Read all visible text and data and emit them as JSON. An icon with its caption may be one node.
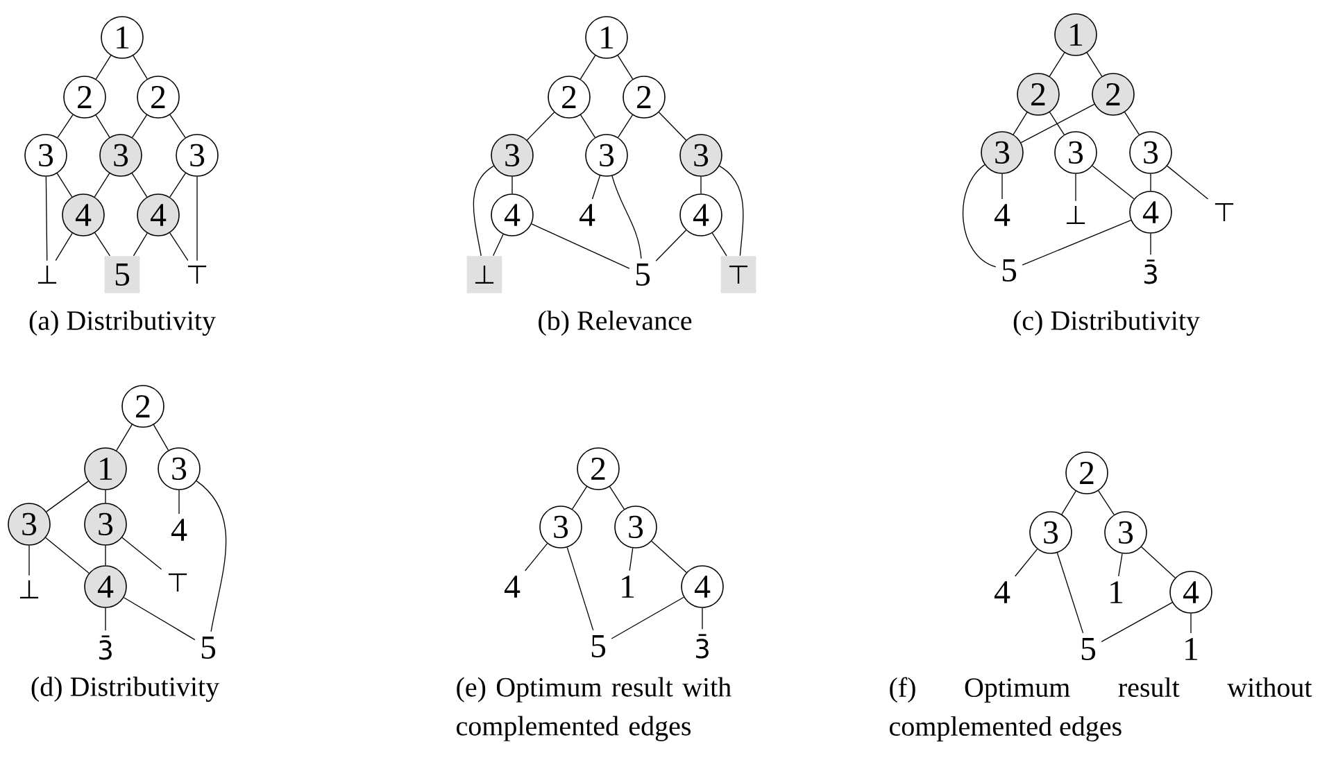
{
  "diagram": {
    "nodes": [
      {
        "text": [
          "1"
        ]
      },
      {
        "text": [
          "2"
        ]
      },
      {
        "text": [
          "2"
        ]
      },
      {
        "text": [
          "3"
        ]
      },
      {
        "text": [
          "3"
        ]
      },
      {
        "text": [
          "3"
        ]
      },
      {
        "text": [
          "4"
        ]
      },
      {
        "text": [
          "4"
        ]
      },
      {
        "text": [
          "⊥"
        ]
      },
      {
        "text": [
          "5"
        ]
      },
      {
        "text": [
          "⊤"
        ]
      },
      {
        "text": [
          "1"
        ]
      },
      {
        "text": [
          "2"
        ]
      },
      {
        "text": [
          "2"
        ]
      },
      {
        "text": [
          "3"
        ]
      },
      {
        "text": [
          "3"
        ]
      },
      {
        "text": [
          "3"
        ]
      },
      {
        "text": [
          "4"
        ]
      },
      {
        "text": [
          "4"
        ]
      },
      {
        "text": [
          "4"
        ]
      },
      {
        "text": [
          "⊥"
        ]
      },
      {
        "text": [
          "5"
        ]
      },
      {
        "text": [
          "⊤"
        ]
      },
      {
        "text": [
          "1"
        ]
      },
      {
        "text": [
          "2"
        ]
      },
      {
        "text": [
          "2"
        ]
      },
      {
        "text": [
          "3"
        ]
      },
      {
        "text": [
          "3"
        ]
      },
      {
        "text": [
          "3"
        ]
      },
      {
        "text": [
          "4"
        ]
      },
      {
        "text": [
          "⊥"
        ]
      },
      {
        "text": [
          "4"
        ]
      },
      {
        "text": [
          "⊤"
        ]
      },
      {
        "text": [
          "5"
        ]
      },
      {
        "text": [
          "3̄"
        ]
      },
      {
        "text": [
          "2"
        ]
      },
      {
        "text": [
          "1"
        ]
      },
      {
        "text": [
          "3"
        ]
      },
      {
        "text": [
          "3"
        ]
      },
      {
        "text": [
          "3"
        ]
      },
      {
        "text": [
          "4"
        ]
      },
      {
        "text": [
          "⊥"
        ]
      },
      {
        "text": [
          "4"
        ]
      },
      {
        "text": [
          "⊤"
        ]
      },
      {
        "text": [
          "3̄"
        ]
      },
      {
        "text": [
          "5"
        ]
      },
      {
        "text": [
          "2"
        ]
      },
      {
        "text": [
          "3"
        ]
      },
      {
        "text": [
          "3"
        ]
      },
      {
        "text": [
          "4"
        ]
      },
      {
        "text": [
          "1"
        ]
      },
      {
        "text": [
          "4"
        ]
      },
      {
        "text": [
          "5"
        ]
      },
      {
        "text": [
          "3̄"
        ]
      },
      {
        "text": [
          "2"
        ]
      },
      {
        "text": [
          "3"
        ]
      },
      {
        "text": [
          "3"
        ]
      },
      {
        "text": [
          "4"
        ]
      },
      {
        "text": [
          "1"
        ]
      },
      {
        "text": [
          "4"
        ]
      },
      {
        "text": [
          "5"
        ]
      },
      {
        "text": [
          "1"
        ]
      }
    ],
    "edges": [
      {
        "from": 0,
        "to": 1,
        "arrow": "none"
      },
      {
        "from": 0,
        "to": 2,
        "arrow": "none"
      },
      {
        "from": 1,
        "to": 3,
        "arrow": "none"
      },
      {
        "from": 1,
        "to": 4,
        "arrow": "none"
      },
      {
        "from": 2,
        "to": 4,
        "arrow": "none"
      },
      {
        "from": 2,
        "to": 5,
        "arrow": "none"
      },
      {
        "from": 3,
        "to": 8,
        "arrow": "none"
      },
      {
        "from": 3,
        "to": 6,
        "arrow": "none"
      },
      {
        "from": 4,
        "to": 6,
        "arrow": "none"
      },
      {
        "from": 4,
        "to": 7,
        "arrow": "none"
      },
      {
        "from": 5,
        "to": 7,
        "arrow": "none"
      },
      {
        "from": 5,
        "to": 10,
        "arrow": "none"
      },
      {
        "from": 6,
        "to": 8,
        "arrow": "none"
      },
      {
        "from": 6,
        "to": 9,
        "arrow": "none"
      },
      {
        "from": 7,
        "to": 9,
        "arrow": "none"
      },
      {
        "from": 7,
        "to": 10,
        "arrow": "none"
      },
      {
        "from": 11,
        "to": 12,
        "arrow": "none"
      },
      {
        "from": 11,
        "to": 13,
        "arrow": "none"
      },
      {
        "from": 12,
        "to": 14,
        "arrow": "none"
      },
      {
        "from": 12,
        "to": 15,
        "arrow": "none"
      },
      {
        "from": 13,
        "to": 15,
        "arrow": "none"
      },
      {
        "from": 13,
        "to": 16,
        "arrow": "none"
      },
      {
        "from": 14,
        "to": 20,
        "arrow": "none"
      },
      {
        "from": 14,
        "to": 17,
        "arrow": "none"
      },
      {
        "from": 15,
        "to": 18,
        "arrow": "none"
      },
      {
        "from": 15,
        "to": 21,
        "arrow": "none"
      },
      {
        "from": 16,
        "to": 19,
        "arrow": "none"
      },
      {
        "from": 16,
        "to": 22,
        "arrow": "none"
      },
      {
        "from": 17,
        "to": 20,
        "arrow": "none"
      },
      {
        "from": 17,
        "to": 21,
        "arrow": "none"
      },
      {
        "from": 19,
        "to": 21,
        "arrow": "none"
      },
      {
        "from": 19,
        "to": 22,
        "arrow": "none"
      },
      {
        "from": 23,
        "to": 24,
        "arrow": "none"
      },
      {
        "from": 23,
        "to": 25,
        "arrow": "none"
      },
      {
        "from": 24,
        "to": 26,
        "arrow": "none"
      },
      {
        "from": 24,
        "to": 27,
        "arrow": "none"
      },
      {
        "from": 25,
        "to": 26,
        "arrow": "none"
      },
      {
        "from": 25,
        "to": 28,
        "arrow": "none"
      },
      {
        "from": 26,
        "to": 33,
        "arrow": "none"
      },
      {
        "from": 26,
        "to": 29,
        "arrow": "none"
      },
      {
        "from": 27,
        "to": 30,
        "arrow": "none"
      },
      {
        "from": 27,
        "to": 31,
        "arrow": "none"
      },
      {
        "from": 28,
        "to": 31,
        "arrow": "none"
      },
      {
        "from": 28,
        "to": 32,
        "arrow": "none"
      },
      {
        "from": 31,
        "to": 33,
        "arrow": "none"
      },
      {
        "from": 31,
        "to": 34,
        "arrow": "none"
      },
      {
        "from": 35,
        "to": 36,
        "arrow": "none"
      },
      {
        "from": 35,
        "to": 37,
        "arrow": "none"
      },
      {
        "from": 36,
        "to": 38,
        "arrow": "none"
      },
      {
        "from": 36,
        "to": 39,
        "arrow": "none"
      },
      {
        "from": 37,
        "to": 40,
        "arrow": "none"
      },
      {
        "from": 37,
        "to": 45,
        "arrow": "none"
      },
      {
        "from": 38,
        "to": 41,
        "arrow": "none"
      },
      {
        "from": 38,
        "to": 42,
        "arrow": "none"
      },
      {
        "from": 39,
        "to": 42,
        "arrow": "none"
      },
      {
        "from": 39,
        "to": 43,
        "arrow": "none"
      },
      {
        "from": 42,
        "to": 44,
        "arrow": "none"
      },
      {
        "from": 42,
        "to": 45,
        "arrow": "none"
      },
      {
        "from": 46,
        "to": 47,
        "arrow": "none"
      },
      {
        "from": 46,
        "to": 48,
        "arrow": "none"
      },
      {
        "from": 47,
        "to": 49,
        "arrow": "none"
      },
      {
        "from": 47,
        "to": 52,
        "arrow": "none"
      },
      {
        "from": 48,
        "to": 50,
        "arrow": "none"
      },
      {
        "from": 48,
        "to": 51,
        "arrow": "none"
      },
      {
        "from": 51,
        "to": 52,
        "arrow": "none"
      },
      {
        "from": 51,
        "to": 53,
        "arrow": "none"
      },
      {
        "from": 54,
        "to": 55,
        "arrow": "none"
      },
      {
        "from": 54,
        "to": 56,
        "arrow": "none"
      },
      {
        "from": 55,
        "to": 57,
        "arrow": "none"
      },
      {
        "from": 55,
        "to": 60,
        "arrow": "none"
      },
      {
        "from": 56,
        "to": 58,
        "arrow": "none"
      },
      {
        "from": 56,
        "to": 59,
        "arrow": "none"
      },
      {
        "from": 59,
        "to": 60,
        "arrow": "none"
      },
      {
        "from": 59,
        "to": 61,
        "arrow": "none"
      }
    ],
    "labels": [
      "(a) Distributivity",
      "(b) Relevance",
      "(c) Distributivity",
      "(d) Distributivity",
      "(e) Optimum result with complemented edges",
      "(f) Optimum result without complemented edges"
    ]
  }
}
